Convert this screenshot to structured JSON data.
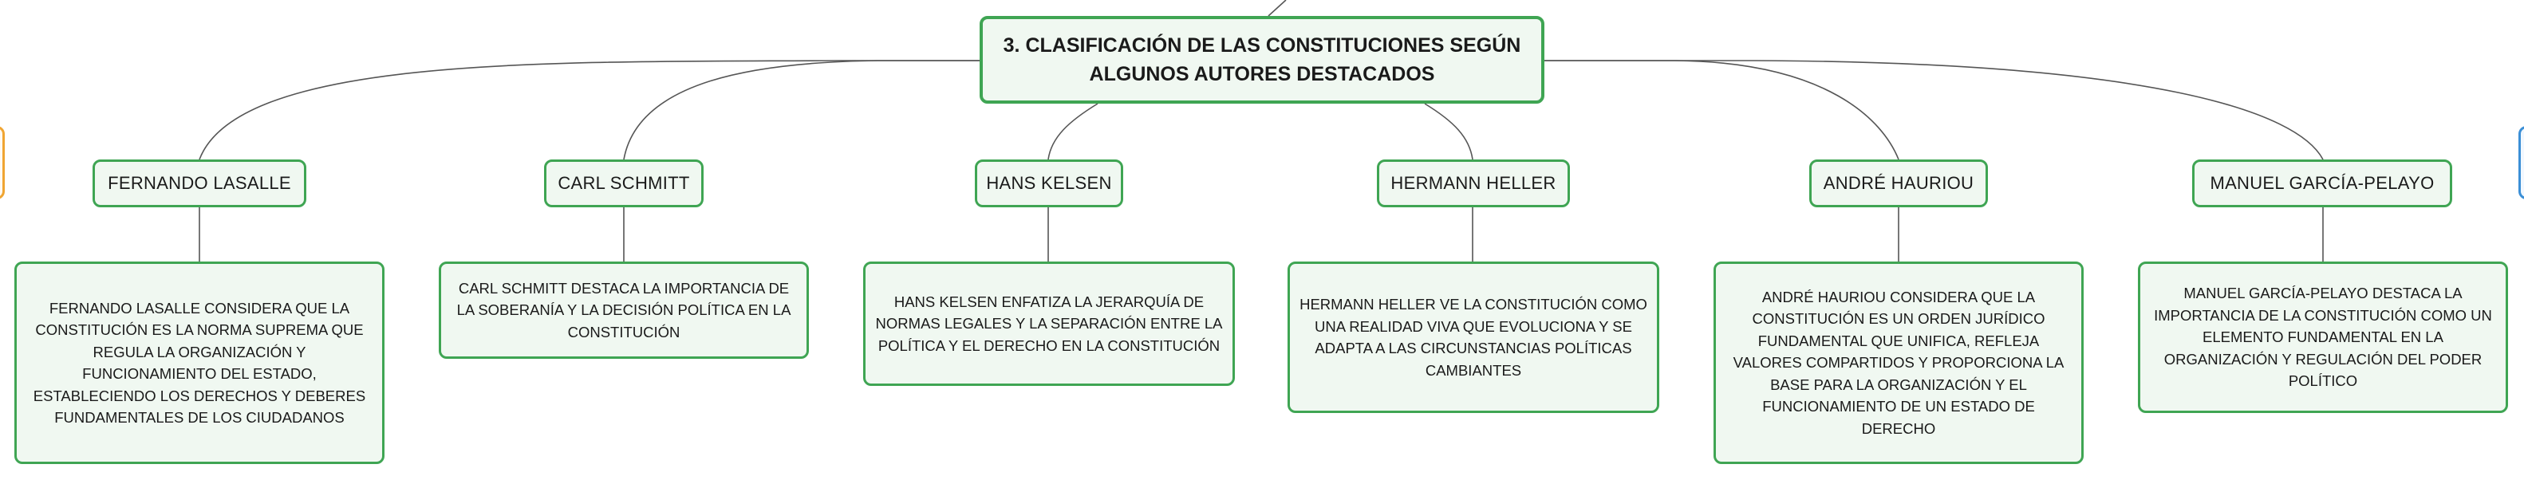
{
  "root": {
    "title": "3. CLASIFICACIÓN DE LAS CONSTITUCIONES SEGÚN ALGUNOS AUTORES DESTACADOS"
  },
  "authors": [
    {
      "name": "FERNANDO LASALLE",
      "description": "FERNANDO LASALLE CONSIDERA QUE LA CONSTITUCIÓN ES LA NORMA SUPREMA QUE REGULA LA ORGANIZACIÓN Y FUNCIONAMIENTO DEL ESTADO, ESTABLECIENDO LOS DERECHOS Y DEBERES FUNDAMENTALES DE LOS CIUDADANOS"
    },
    {
      "name": "CARL SCHMITT",
      "description": "CARL SCHMITT DESTACA LA IMPORTANCIA DE LA SOBERANÍA Y LA DECISIÓN POLÍTICA EN LA CONSTITUCIÓN"
    },
    {
      "name": "HANS KELSEN",
      "description": "HANS KELSEN ENFATIZA LA JERARQUÍA DE NORMAS LEGALES Y LA SEPARACIÓN ENTRE LA POLÍTICA Y EL DERECHO EN LA CONSTITUCIÓN"
    },
    {
      "name": "HERMANN HELLER",
      "description": "HERMANN HELLER VE LA CONSTITUCIÓN COMO UNA REALIDAD VIVA QUE EVOLUCIONA Y SE ADAPTA A LAS CIRCUNSTANCIAS POLÍTICAS CAMBIANTES"
    },
    {
      "name": "ANDRÉ HAURIOU",
      "description": "ANDRÉ HAURIOU CONSIDERA QUE LA CONSTITUCIÓN ES UN ORDEN JURÍDICO FUNDAMENTAL QUE UNIFICA, REFLEJA VALORES COMPARTIDOS Y PROPORCIONA LA BASE PARA LA ORGANIZACIÓN Y EL FUNCIONAMIENTO DE UN ESTADO DE DERECHO"
    },
    {
      "name": "MANUEL GARCÍA-PELAYO",
      "description": "MANUEL GARCÍA-PELAYO DESTACA LA IMPORTANCIA DE LA CONSTITUCIÓN COMO UN ELEMENTO FUNDAMENTAL EN LA ORGANIZACIÓN Y REGULACIÓN DEL PODER POLÍTICO"
    }
  ],
  "colors": {
    "node_border": "#3fa553",
    "node_fill": "#f0f8f1",
    "connector": "#555555",
    "left_edge_node_border": "#f0a532",
    "right_edge_node_border": "#3b8fd6"
  }
}
